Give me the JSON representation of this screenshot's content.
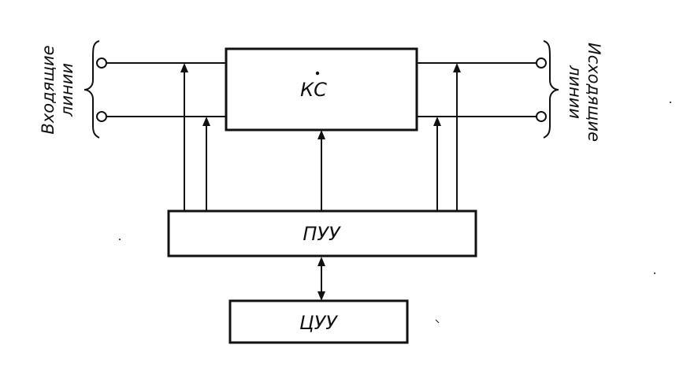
{
  "blocks": {
    "ks": "КС",
    "puu": "ПУУ",
    "cuu": "ЦУУ"
  },
  "labels": {
    "incoming_line1": "Входящие",
    "incoming_line2": "линии",
    "outgoing_line1": "Исходящие",
    "outgoing_line2": "линии"
  }
}
